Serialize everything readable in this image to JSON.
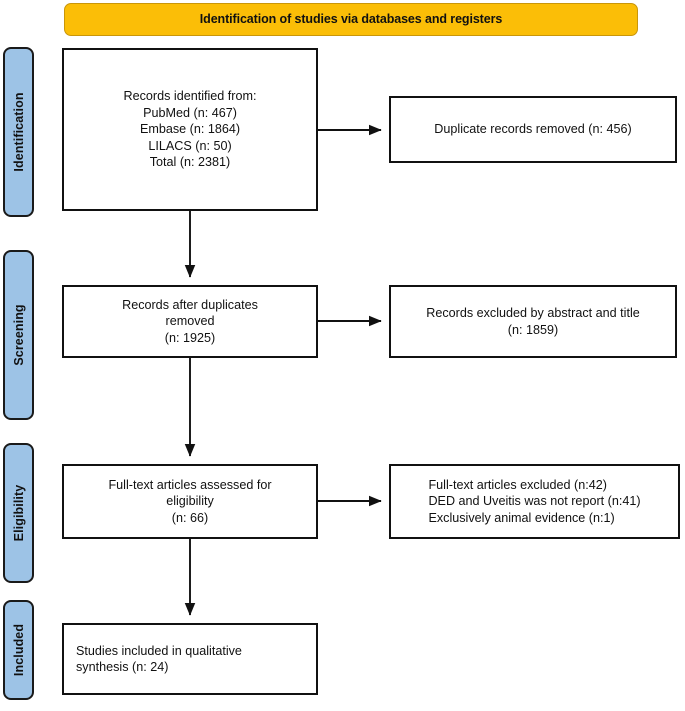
{
  "header": {
    "title": "Identification of studies via databases and registers",
    "background_color": "#fbbe07",
    "border_color": "#c9960a"
  },
  "stages": [
    {
      "id": "identification",
      "label": "Identification"
    },
    {
      "id": "screening",
      "label": "Screening"
    },
    {
      "id": "eligibility",
      "label": "Eligibility"
    },
    {
      "id": "included",
      "label": "Included"
    }
  ],
  "stage_style": {
    "fill_color": "#9dc3e6",
    "border_color": "#1a1a1a"
  },
  "boxes": {
    "identified": {
      "text": "Records identified from:\nPubMed (n: 467)\nEmbase (n: 1864)\nLILACS (n: 50)\nTotal (n: 2381)"
    },
    "duplicates_removed": {
      "text": "Duplicate records removed (n: 456)"
    },
    "records_after_duplicates": {
      "text": "Records after duplicates\nremoved\n(n: 1925)"
    },
    "records_excluded_abstract": {
      "text": "Records excluded by abstract and title\n(n: 1859)"
    },
    "fulltext_assessed": {
      "text": "Full-text articles assessed for\neligibility\n(n: 66)"
    },
    "fulltext_excluded": {
      "text": "Full-text articles excluded (n:42)\nDED and Uveitis was not report (n:41)\nExclusively animal evidence (n:1)"
    },
    "studies_included": {
      "text": "Studies included in qualitative\nsynthesis (n: 24)"
    }
  },
  "counts": {
    "pubmed": 467,
    "embase": 1864,
    "lilacs": 50,
    "total_identified": 2381,
    "duplicates_removed": 456,
    "records_after_duplicates": 1925,
    "records_excluded_by_abstract_and_title": 1859,
    "fulltext_assessed": 66,
    "fulltext_excluded_total": 42,
    "excluded_ded_uveitis_not_reported": 41,
    "excluded_animal_only": 1,
    "studies_included": 24
  },
  "connector_color": "#111111"
}
